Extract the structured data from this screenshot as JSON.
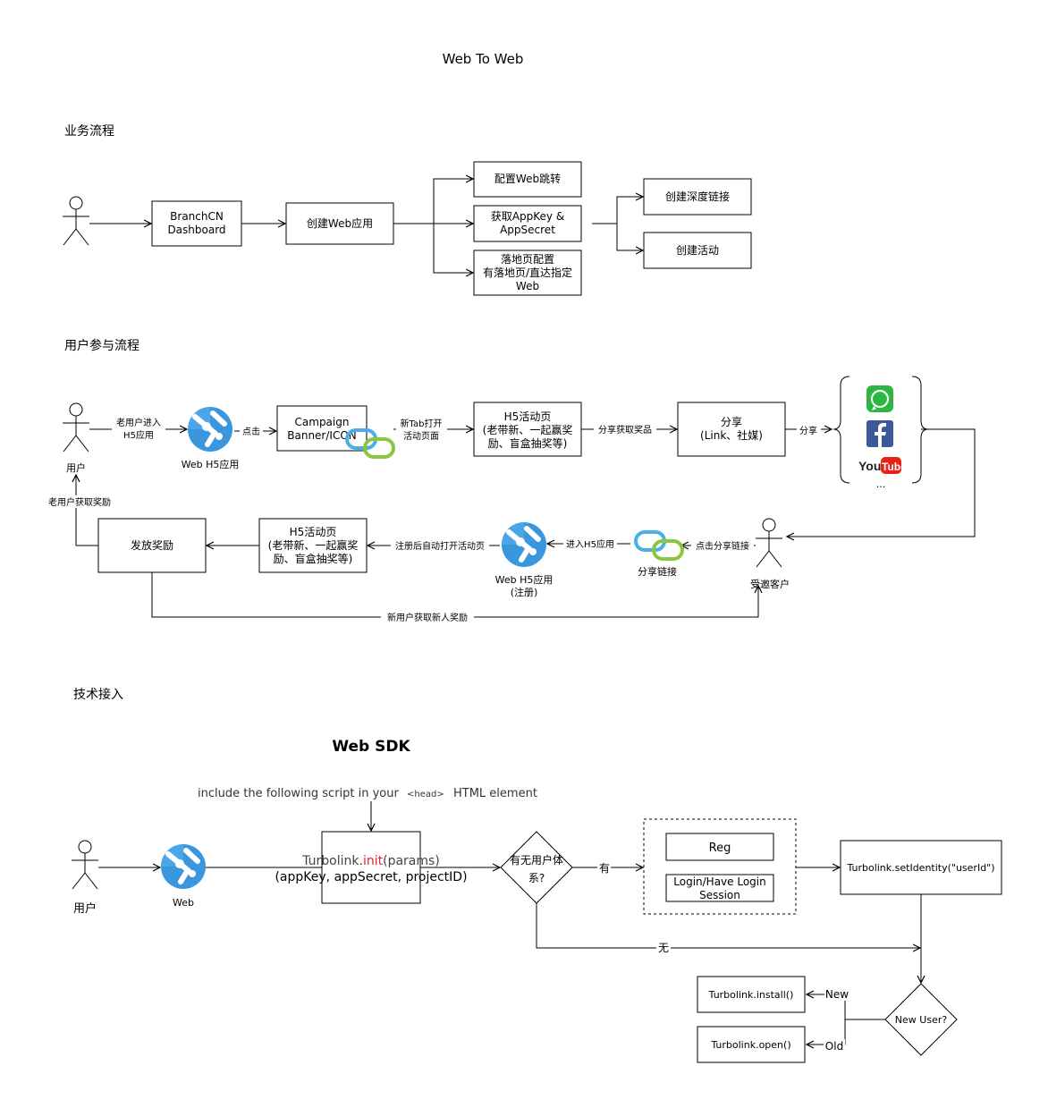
{
  "title": "Web To Web",
  "sections": {
    "business": "业务流程",
    "user": "用户参与流程",
    "tech": "技术接入"
  },
  "business_flow": {
    "branchcn": [
      "BranchCN",
      "Dashboard"
    ],
    "create_web_app": "创建Web应用",
    "config_web_jump": "配置Web跳转",
    "get_appkey": [
      "获取AppKey &",
      "AppSecret"
    ],
    "landing_page": [
      "落地页配置",
      "有落地页/直达指定",
      "Web"
    ],
    "create_deeplink": "创建深度链接",
    "create_campaign": "创建活动"
  },
  "user_flow": {
    "user_label": "用户",
    "old_user_enter": [
      "老用户进入",
      "H5应用"
    ],
    "web_h5_app": "Web H5应用",
    "click": "点击",
    "campaign_banner": [
      "Campaign",
      "Banner/ICON"
    ],
    "new_tab": [
      "新Tab打开",
      "活动页面"
    ],
    "h5_page": [
      "H5活动页",
      "(老带新、一起赢奖",
      "励、盲盒抽奖等)"
    ],
    "share_get_prize": "分享获取奖品",
    "share_box": [
      "分享",
      "(Link、社媒)"
    ],
    "share": "分享",
    "social_more": "...",
    "invited_customer": "受邀客户",
    "click_share_link": "点击分享链接",
    "share_link": "分享链接",
    "enter_h5": "进入H5应用",
    "web_h5_register": [
      "Web H5应用",
      "(注册)"
    ],
    "auto_open": "注册后自动打开活动页",
    "h5_page_2": [
      "H5活动页",
      "(老带新、一起赢奖",
      "励、盲盒抽奖等)"
    ],
    "grant_reward": "发放奖励",
    "old_user_reward": "老用户获取奖励",
    "new_user_reward": "新用户获取新人奖励"
  },
  "tech_flow": {
    "sdk_title": "Web SDK",
    "include_pre": "include the following script in your",
    "include_tag": "<head>",
    "include_post": "HTML element",
    "user_label": "用户",
    "web_label": "Web",
    "init_prefix": "Turbolink.",
    "init_fn": "init",
    "init_suffix": "(params)",
    "init_params": "(appKey, appSecret, projectID)",
    "has_user_system": [
      "有无用户体",
      "系?"
    ],
    "yes": "有",
    "no": "无",
    "reg": "Reg",
    "login": [
      "Login/Have Login",
      "Session"
    ],
    "set_identity": "Turbolink.setIdentity(\"userId\")",
    "new_user_q": "New User?",
    "new": "New",
    "old": "Old",
    "install": "Turbolink.install()",
    "open": "Turbolink.open()"
  },
  "colors": {
    "init_highlight": "#e0272f",
    "azure_blue": "#3a96dd",
    "link_blue": "#4aaee8",
    "link_green": "#8cc63f",
    "whatsapp": "#2db742",
    "facebook": "#3b5998",
    "youtube_red": "#e62117"
  },
  "icons": [
    "person-icon",
    "web-app-icon",
    "chain-link-icon",
    "whatsapp-icon",
    "facebook-icon",
    "youtube-icon"
  ]
}
